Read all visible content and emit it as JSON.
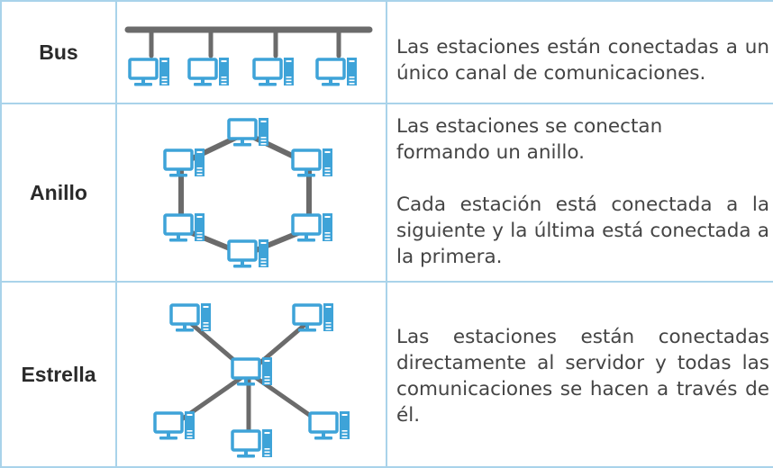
{
  "colors": {
    "border": "#a9d3ea",
    "monitor": "#3ea3d8",
    "cable": "#6b6b6b",
    "label": "#2a2a2a",
    "text": "#444444"
  },
  "rows": [
    {
      "label": "Bus",
      "diagram": {
        "type": "bus",
        "stations": 4,
        "icon": "computer-icon"
      },
      "description": [
        "Las estaciones están conectadas a un único canal de comunicaciones."
      ]
    },
    {
      "label": "Anillo",
      "diagram": {
        "type": "ring",
        "stations": 6,
        "icon": "computer-icon"
      },
      "description": [
        "Las estaciones se conectan formando un anillo.",
        "Cada estación está conectada a la siguiente y la última está conectada a la primera."
      ]
    },
    {
      "label": "Estrella",
      "diagram": {
        "type": "star",
        "stations": 6,
        "icon": "computer-icon"
      },
      "description": [
        "Las estaciones están conectadas directamente al servidor y todas las comunicaciones se hacen a través de él."
      ]
    }
  ]
}
